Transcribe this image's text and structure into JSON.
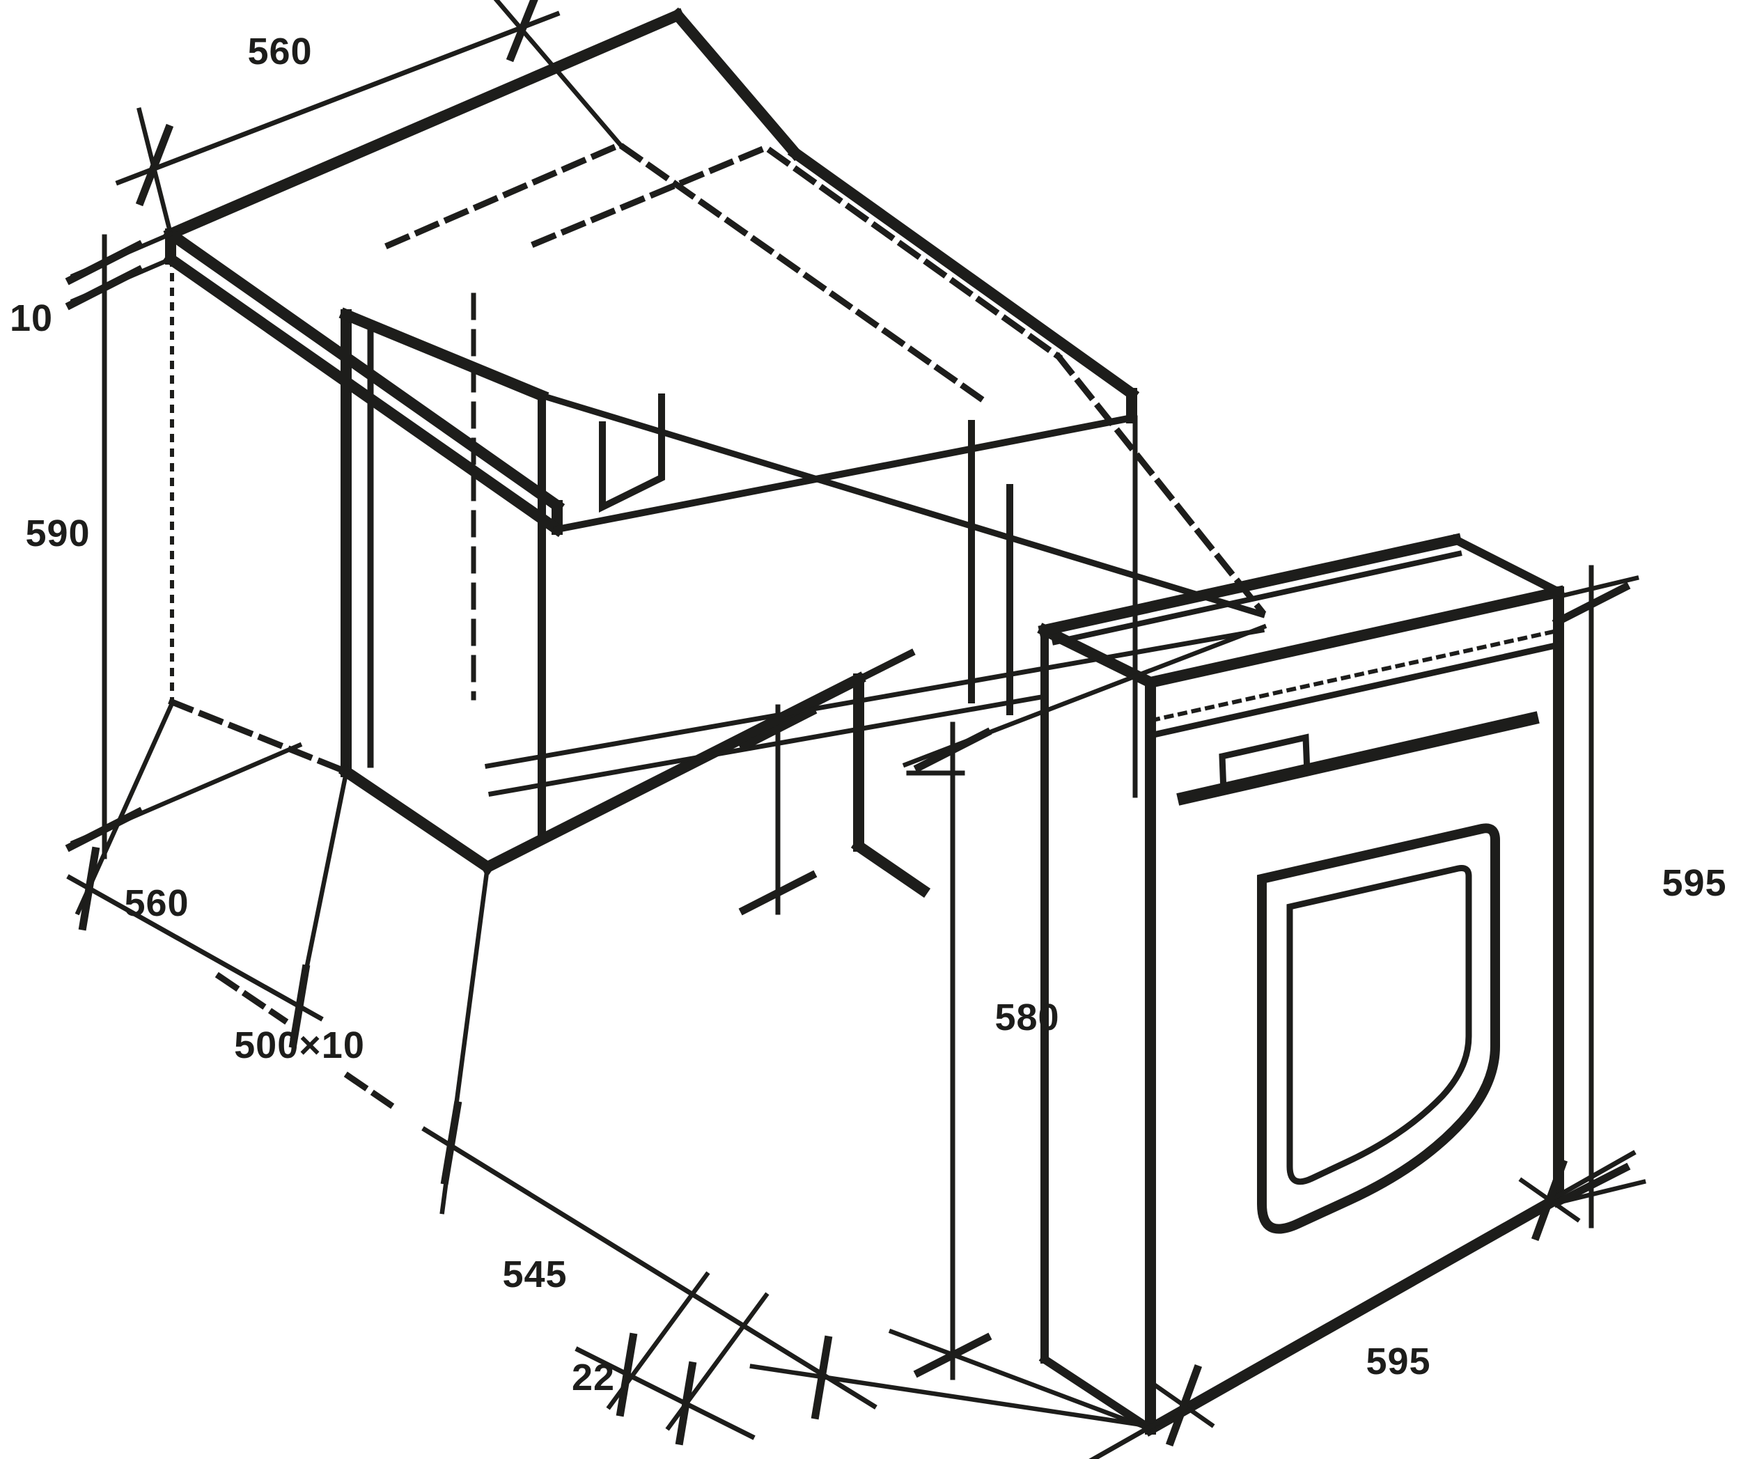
{
  "diagram": {
    "background": "#ffffff",
    "line_color": "#1d1d1b",
    "labels": {
      "top_width": "560",
      "worktop_thickness": "10",
      "niche_height": "590",
      "side_depth": "560",
      "base_cutout": "500×10",
      "bottom_depth": "545",
      "door_clearance": "22",
      "insert_height": "580",
      "oven_height": "595",
      "oven_width": "595"
    }
  }
}
